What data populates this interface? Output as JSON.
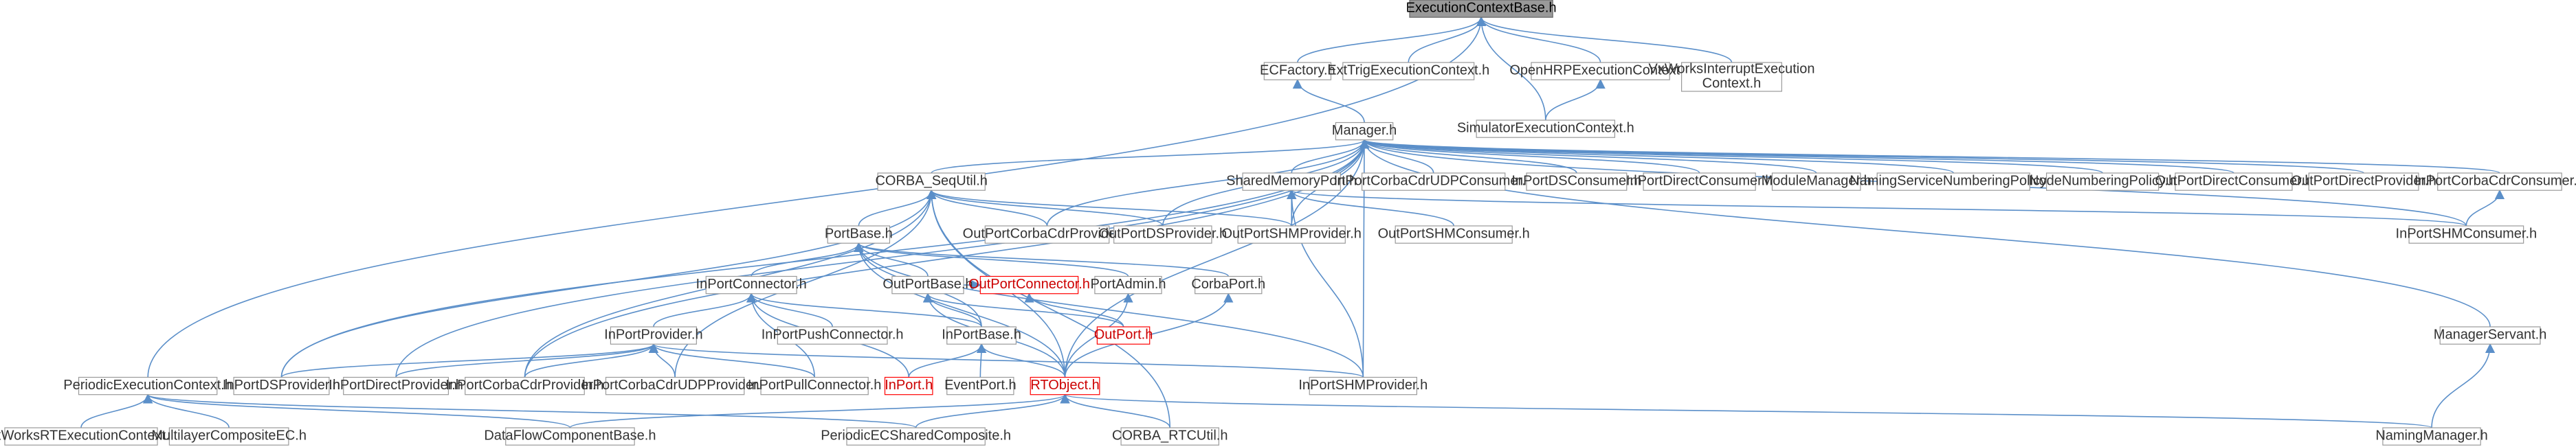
{
  "diagram": {
    "edge_color": "#5b8fc9",
    "focus_node": "ExecutionContextBase.h",
    "nodes": [
      {
        "id": "ExecutionContextBase.h",
        "label": "ExecutionContextBase.h",
        "style": "focus"
      },
      {
        "id": "ECFactory.h",
        "label": "ECFactory.h"
      },
      {
        "id": "ExtTrigExecutionContext.h",
        "label": "ExtTrigExecutionContext.h"
      },
      {
        "id": "OpenHRPExecutionContext.h",
        "label": "OpenHRPExecutionContext.h"
      },
      {
        "id": "VxWorksInterruptExecutionContext.h",
        "label": "VxWorksInterruptExecution",
        "label2": "Context.h"
      },
      {
        "id": "SimulatorExecutionContext.h",
        "label": "SimulatorExecutionContext.h"
      },
      {
        "id": "Manager.h",
        "label": "Manager.h"
      },
      {
        "id": "CORBA_SeqUtil.h",
        "label": "CORBA_SeqUtil.h"
      },
      {
        "id": "SharedMemoryPort.h",
        "label": "SharedMemoryPort.h"
      },
      {
        "id": "InPortCorbaCdrUDPConsumer.h",
        "label": "InPortCorbaCdrUDPConsumer.h"
      },
      {
        "id": "InPortDSConsumer.h",
        "label": "InPortDSConsumer.h"
      },
      {
        "id": "InPortDirectConsumer.h",
        "label": "InPortDirectConsumer.h"
      },
      {
        "id": "ModuleManager.h",
        "label": "ModuleManager.h"
      },
      {
        "id": "NamingServiceNumberingPolicy.h",
        "label": "NamingServiceNumberingPolicy.h"
      },
      {
        "id": "NodeNumberingPolicy.h",
        "label": "NodeNumberingPolicy.h"
      },
      {
        "id": "OutPortDirectConsumer.h",
        "label": "OutPortDirectConsumer.h"
      },
      {
        "id": "OutPortDirectProvider.h",
        "label": "OutPortDirectProvider.h"
      },
      {
        "id": "InPortCorbaCdrConsumer.h",
        "label": "InPortCorbaCdrConsumer.h"
      },
      {
        "id": "OutPortCorbaCdrProvider.h",
        "label": "OutPortCorbaCdrProvider.h"
      },
      {
        "id": "OutPortDSProvider.h",
        "label": "OutPortDSProvider.h"
      },
      {
        "id": "OutPortSHMProvider.h",
        "label": "OutPortSHMProvider.h"
      },
      {
        "id": "InPortSHMConsumer.h",
        "label": "InPortSHMConsumer.h"
      },
      {
        "id": "OutPortSHMConsumer.h",
        "label": "OutPortSHMConsumer.h"
      },
      {
        "id": "PortBase.h",
        "label": "PortBase.h"
      },
      {
        "id": "InPortConnector.h",
        "label": "InPortConnector.h"
      },
      {
        "id": "OutPortBase.h",
        "label": "OutPortBase.h"
      },
      {
        "id": "OutPortConnector.h",
        "label": "OutPortConnector.h",
        "style": "red"
      },
      {
        "id": "PortAdmin.h",
        "label": "PortAdmin.h"
      },
      {
        "id": "CorbaPort.h",
        "label": "CorbaPort.h"
      },
      {
        "id": "OutPort.h",
        "label": "OutPort.h",
        "style": "red"
      },
      {
        "id": "InPortProvider.h",
        "label": "InPortProvider.h"
      },
      {
        "id": "InPortPushConnector.h",
        "label": "InPortPushConnector.h"
      },
      {
        "id": "InPortBase.h",
        "label": "InPortBase.h"
      },
      {
        "id": "ManagerServant.h",
        "label": "ManagerServant.h"
      },
      {
        "id": "PeriodicExecutionContext.h",
        "label": "PeriodicExecutionContext.h"
      },
      {
        "id": "InPortDSProvider.h",
        "label": "InPortDSProvider.h"
      },
      {
        "id": "InPortDirectProvider.h",
        "label": "InPortDirectProvider.h"
      },
      {
        "id": "InPortCorbaCdrProvider.h",
        "label": "InPortCorbaCdrProvider.h"
      },
      {
        "id": "InPortCorbaCdrUDPProvider.h",
        "label": "InPortCorbaCdrUDPProvider.h"
      },
      {
        "id": "InPortPullConnector.h",
        "label": "InPortPullConnector.h"
      },
      {
        "id": "InPort.h",
        "label": "InPort.h",
        "style": "red"
      },
      {
        "id": "EventPort.h",
        "label": "EventPort.h"
      },
      {
        "id": "RTObject.h",
        "label": "RTObject.h",
        "style": "red"
      },
      {
        "id": "InPortSHMProvider.h",
        "label": "InPortSHMProvider.h"
      },
      {
        "id": "VxWorksRTExecutionContext.h",
        "label": "VxWorksRTExecutionContext.h"
      },
      {
        "id": "MultilayerCompositeEC.h",
        "label": "MultilayerCompositeEC.h"
      },
      {
        "id": "DataFlowComponentBase.h",
        "label": "DataFlowComponentBase.h"
      },
      {
        "id": "PeriodicECSharedComposite.h",
        "label": "PeriodicECSharedComposite.h"
      },
      {
        "id": "CORBA_RTCUtil.h",
        "label": "CORBA_RTCUtil.h"
      },
      {
        "id": "NamingManager.h",
        "label": "NamingManager.h"
      }
    ],
    "edges": [
      [
        "ExecutionContextBase.h",
        "ECFactory.h"
      ],
      [
        "ExecutionContextBase.h",
        "ExtTrigExecutionContext.h"
      ],
      [
        "ExecutionContextBase.h",
        "OpenHRPExecutionContext.h"
      ],
      [
        "ExecutionContextBase.h",
        "VxWorksInterruptExecutionContext.h"
      ],
      [
        "ExecutionContextBase.h",
        "SimulatorExecutionContext.h"
      ],
      [
        "ExecutionContextBase.h",
        "PeriodicExecutionContext.h"
      ],
      [
        "OpenHRPExecutionContext.h",
        "SimulatorExecutionContext.h"
      ],
      [
        "ECFactory.h",
        "Manager.h"
      ],
      [
        "Manager.h",
        "CORBA_SeqUtil.h"
      ],
      [
        "Manager.h",
        "SharedMemoryPort.h"
      ],
      [
        "Manager.h",
        "InPortCorbaCdrUDPConsumer.h"
      ],
      [
        "Manager.h",
        "InPortDSConsumer.h"
      ],
      [
        "Manager.h",
        "InPortDirectConsumer.h"
      ],
      [
        "Manager.h",
        "ModuleManager.h"
      ],
      [
        "Manager.h",
        "NamingServiceNumberingPolicy.h"
      ],
      [
        "Manager.h",
        "NodeNumberingPolicy.h"
      ],
      [
        "Manager.h",
        "OutPortDirectConsumer.h"
      ],
      [
        "Manager.h",
        "OutPortDirectProvider.h"
      ],
      [
        "Manager.h",
        "InPortCorbaCdrConsumer.h"
      ],
      [
        "Manager.h",
        "OutPortCorbaCdrProvider.h"
      ],
      [
        "Manager.h",
        "OutPortDSProvider.h"
      ],
      [
        "Manager.h",
        "OutPortSHMProvider.h"
      ],
      [
        "Manager.h",
        "InPortSHMConsumer.h"
      ],
      [
        "Manager.h",
        "ManagerServant.h"
      ],
      [
        "Manager.h",
        "InPortDSProvider.h"
      ],
      [
        "Manager.h",
        "InPortDirectProvider.h"
      ],
      [
        "Manager.h",
        "InPortCorbaCdrProvider.h"
      ],
      [
        "Manager.h",
        "InPortSHMProvider.h"
      ],
      [
        "Manager.h",
        "RTObject.h"
      ],
      [
        "CORBA_SeqUtil.h",
        "OutPortCorbaCdrProvider.h"
      ],
      [
        "CORBA_SeqUtil.h",
        "OutPortDSProvider.h"
      ],
      [
        "CORBA_SeqUtil.h",
        "OutPortSHMProvider.h"
      ],
      [
        "CORBA_SeqUtil.h",
        "PortBase.h"
      ],
      [
        "CORBA_SeqUtil.h",
        "InPortDSProvider.h"
      ],
      [
        "CORBA_SeqUtil.h",
        "InPortCorbaCdrProvider.h"
      ],
      [
        "CORBA_SeqUtil.h",
        "InPortCorbaCdrUDPProvider.h"
      ],
      [
        "CORBA_SeqUtil.h",
        "RTObject.h"
      ],
      [
        "CORBA_SeqUtil.h",
        "CORBA_RTCUtil.h"
      ],
      [
        "SharedMemoryPort.h",
        "OutPortSHMProvider.h"
      ],
      [
        "SharedMemoryPort.h",
        "OutPortSHMConsumer.h"
      ],
      [
        "SharedMemoryPort.h",
        "InPortSHMConsumer.h"
      ],
      [
        "SharedMemoryPort.h",
        "InPortSHMProvider.h"
      ],
      [
        "InPortCorbaCdrConsumer.h",
        "InPortSHMConsumer.h"
      ],
      [
        "PortBase.h",
        "InPortConnector.h"
      ],
      [
        "PortBase.h",
        "OutPortBase.h"
      ],
      [
        "PortBase.h",
        "PortAdmin.h"
      ],
      [
        "PortBase.h",
        "CorbaPort.h"
      ],
      [
        "PortBase.h",
        "InPortBase.h"
      ],
      [
        "PortBase.h",
        "RTObject.h"
      ],
      [
        "PortBase.h",
        "InPortSHMProvider.h"
      ],
      [
        "InPortConnector.h",
        "InPortProvider.h"
      ],
      [
        "InPortConnector.h",
        "InPortPushConnector.h"
      ],
      [
        "InPortConnector.h",
        "InPortPullConnector.h"
      ],
      [
        "InPortConnector.h",
        "InPortBase.h"
      ],
      [
        "InPortConnector.h",
        "InPort.h"
      ],
      [
        "OutPortBase.h",
        "OutPort.h"
      ],
      [
        "OutPortBase.h",
        "RTObject.h"
      ],
      [
        "OutPortBase.h",
        "InPortBase.h"
      ],
      [
        "OutPortConnector.h",
        "OutPort.h"
      ],
      [
        "OutPortConnector.h",
        "OutPortBase.h"
      ],
      [
        "PortAdmin.h",
        "RTObject.h"
      ],
      [
        "CorbaPort.h",
        "RTObject.h"
      ],
      [
        "InPortProvider.h",
        "InPortDSProvider.h"
      ],
      [
        "InPortProvider.h",
        "InPortDirectProvider.h"
      ],
      [
        "InPortProvider.h",
        "InPortCorbaCdrProvider.h"
      ],
      [
        "InPortProvider.h",
        "InPortCorbaCdrUDPProvider.h"
      ],
      [
        "InPortProvider.h",
        "InPortPullConnector.h"
      ],
      [
        "InPortProvider.h",
        "InPortSHMProvider.h"
      ],
      [
        "InPortBase.h",
        "InPort.h"
      ],
      [
        "InPortBase.h",
        "EventPort.h"
      ],
      [
        "InPortBase.h",
        "RTObject.h"
      ],
      [
        "RTObject.h",
        "DataFlowComponentBase.h"
      ],
      [
        "RTObject.h",
        "PeriodicECSharedComposite.h"
      ],
      [
        "RTObject.h",
        "CORBA_RTCUtil.h"
      ],
      [
        "RTObject.h",
        "NamingManager.h"
      ],
      [
        "ManagerServant.h",
        "NamingManager.h"
      ],
      [
        "PeriodicExecutionContext.h",
        "VxWorksRTExecutionContext.h"
      ],
      [
        "PeriodicExecutionContext.h",
        "MultilayerCompositeEC.h"
      ],
      [
        "PeriodicExecutionContext.h",
        "DataFlowComponentBase.h"
      ],
      [
        "PeriodicExecutionContext.h",
        "PeriodicECSharedComposite.h"
      ]
    ]
  }
}
